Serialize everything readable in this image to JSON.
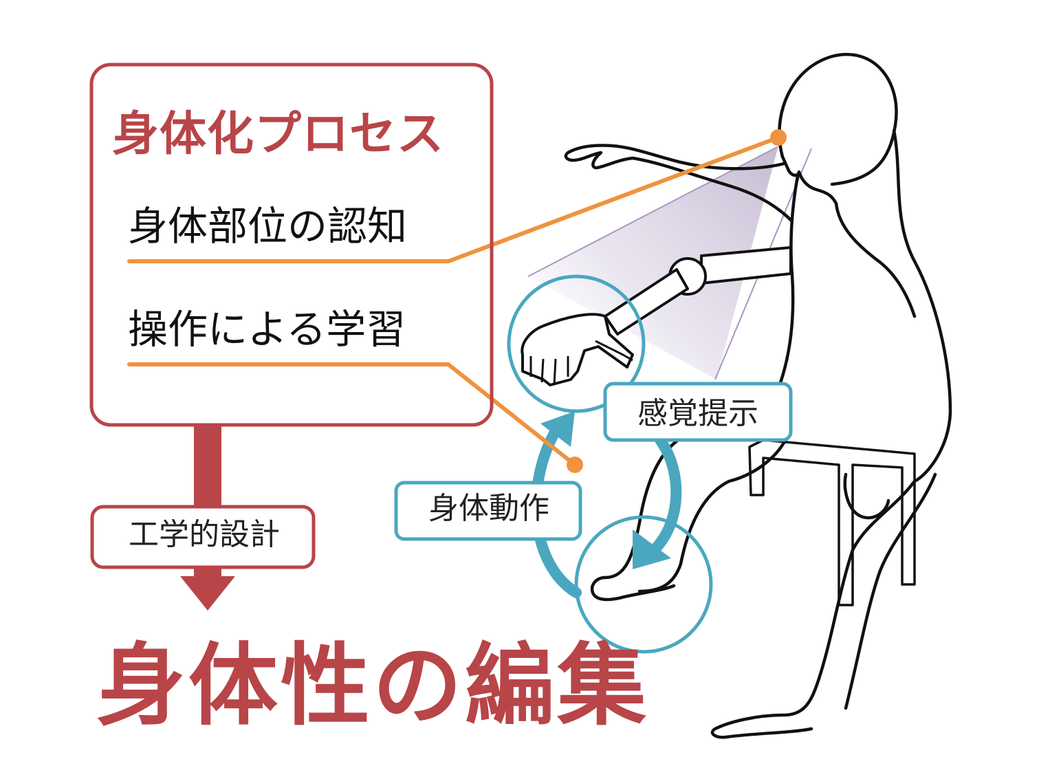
{
  "process_box": {
    "title": "身体化プロセス",
    "items": [
      "身体部位の認知",
      "操作による学習"
    ]
  },
  "design_label": "工学的設計",
  "main_heading": "身体性の編集",
  "loop_labels": {
    "sensory": "感覚提示",
    "motion": "身体動作"
  },
  "colors": {
    "accent_red": "#b84548",
    "orange": "#f0923e",
    "teal": "#4aa7bf",
    "vision_cone": "#b8aac8"
  },
  "icons": [
    "seated-person-illustration",
    "robotic-arm-icon",
    "vision-cone",
    "down-arrow-icon",
    "loop-arrow-icon"
  ]
}
